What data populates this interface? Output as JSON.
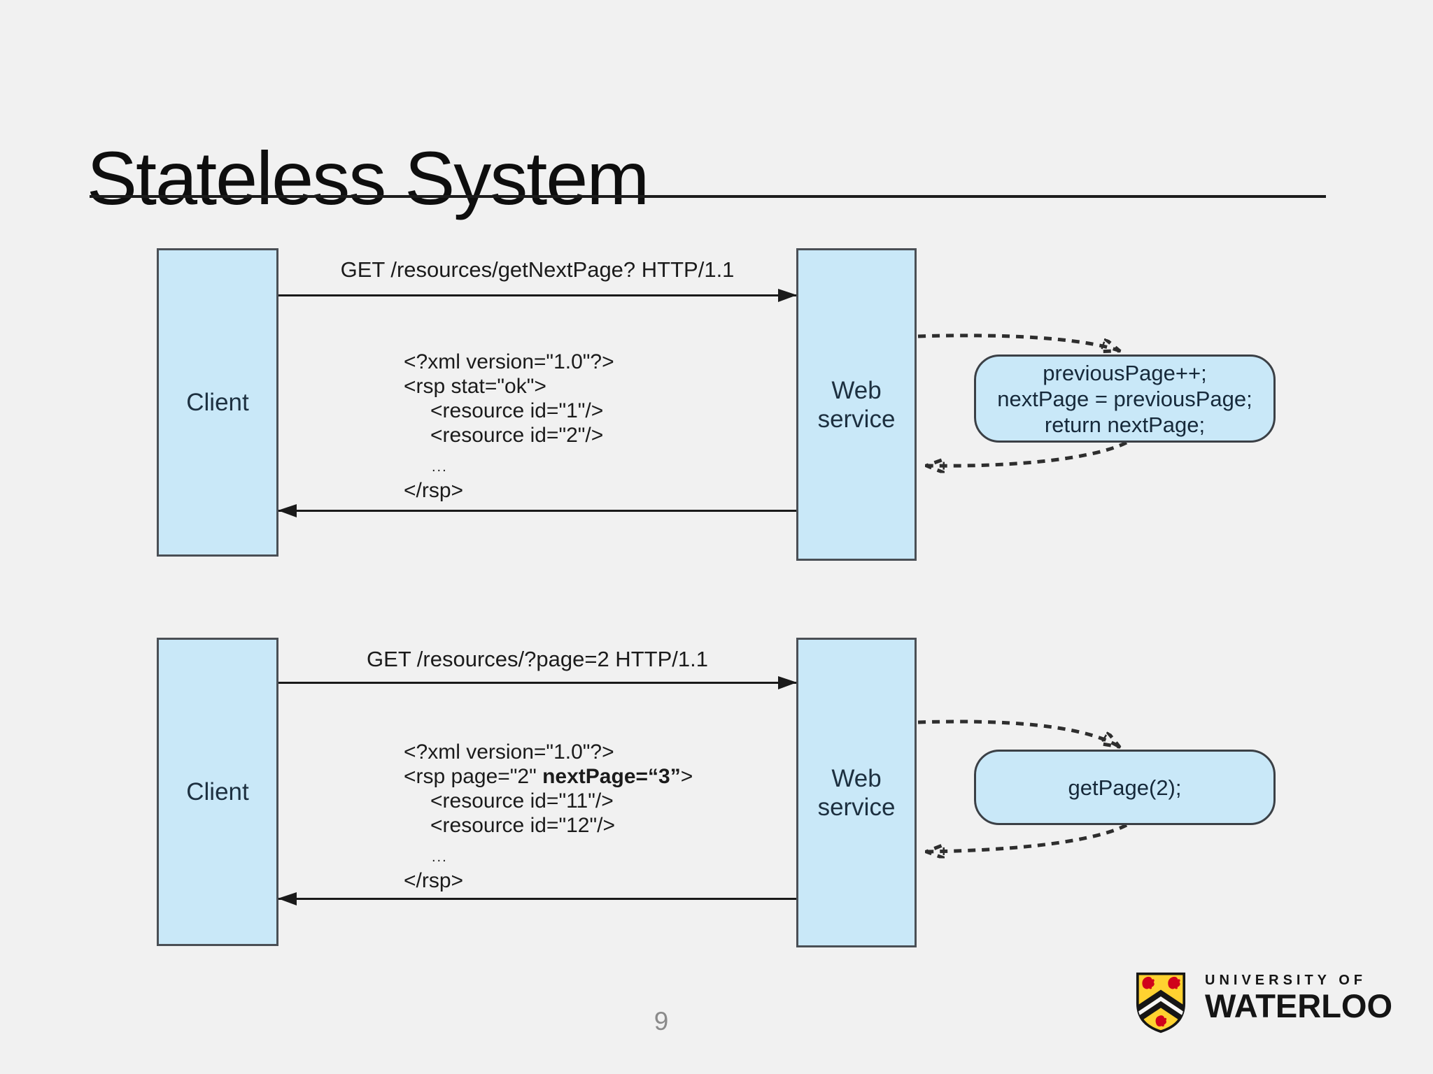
{
  "slide": {
    "title": "Stateless System",
    "page_number": "9",
    "background": "#f1f1f1"
  },
  "colors": {
    "box_fill": "#c9e8f8",
    "box_border": "#4a4f55",
    "arrow": "#1a1a1a",
    "text": "#1b1b1b",
    "page_number": "#8a8a8a",
    "logo_gold": "#ffd230",
    "logo_red": "#d0021b",
    "logo_black": "#161616"
  },
  "diagrams": [
    {
      "client_label": "Client",
      "service_label_lines": [
        "Web",
        "service"
      ],
      "request_label": "GET /resources/getNextPage? HTTP/1.1",
      "xml_lines": [
        {
          "parts": [
            {
              "t": "<?xml version=\"1.0\"?>"
            }
          ]
        },
        {
          "parts": [
            {
              "t": "<rsp stat=\"ok\">"
            }
          ]
        },
        {
          "indent": true,
          "parts": [
            {
              "t": "<resource id=\"1\"/>"
            }
          ]
        },
        {
          "indent": true,
          "parts": [
            {
              "t": "<resource id=\"2\"/>"
            }
          ]
        },
        {
          "small": true,
          "parts": [
            {
              "t": "..."
            }
          ]
        },
        {
          "parts": [
            {
              "t": "</rsp>"
            }
          ]
        }
      ],
      "code_lines": [
        "previousPage++;",
        "nextPage = previousPage;",
        "return nextPage;"
      ]
    },
    {
      "client_label": "Client",
      "service_label_lines": [
        "Web",
        "service"
      ],
      "request_label": "GET /resources/?page=2 HTTP/1.1",
      "xml_lines": [
        {
          "parts": [
            {
              "t": "<?xml version=\"1.0\"?>"
            }
          ]
        },
        {
          "parts": [
            {
              "t": "<rsp page=\"2\" "
            },
            {
              "t": "nextPage=“3”",
              "b": true
            },
            {
              "t": ">"
            }
          ]
        },
        {
          "indent": true,
          "parts": [
            {
              "t": "<resource id=\"11\"/>"
            }
          ]
        },
        {
          "indent": true,
          "parts": [
            {
              "t": "<resource id=\"12\"/>"
            }
          ]
        },
        {
          "small": true,
          "parts": [
            {
              "t": "..."
            }
          ]
        },
        {
          "parts": [
            {
              "t": "</rsp>"
            }
          ]
        }
      ],
      "code_lines": [
        "getPage(2);"
      ]
    }
  ],
  "logo": {
    "line1": "UNIVERSITY OF",
    "line2": "WATERLOO"
  }
}
